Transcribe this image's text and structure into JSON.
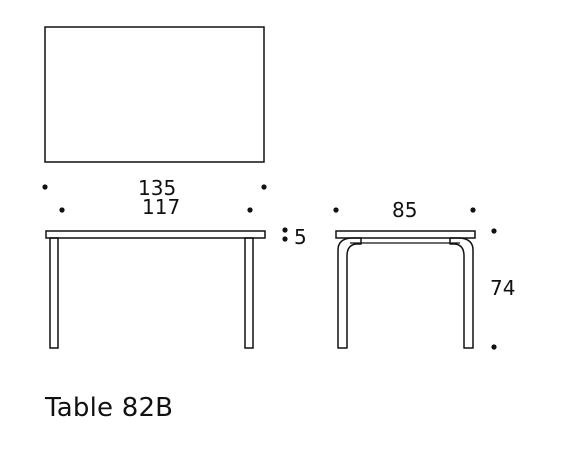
{
  "drawing": {
    "title": "Table 82B",
    "dimensions": {
      "top_outer_width": "135",
      "top_inner_width": "117",
      "top_thickness": "5",
      "depth": "85",
      "height": "74"
    },
    "stroke_color": "#111111",
    "background_color": "#ffffff"
  }
}
